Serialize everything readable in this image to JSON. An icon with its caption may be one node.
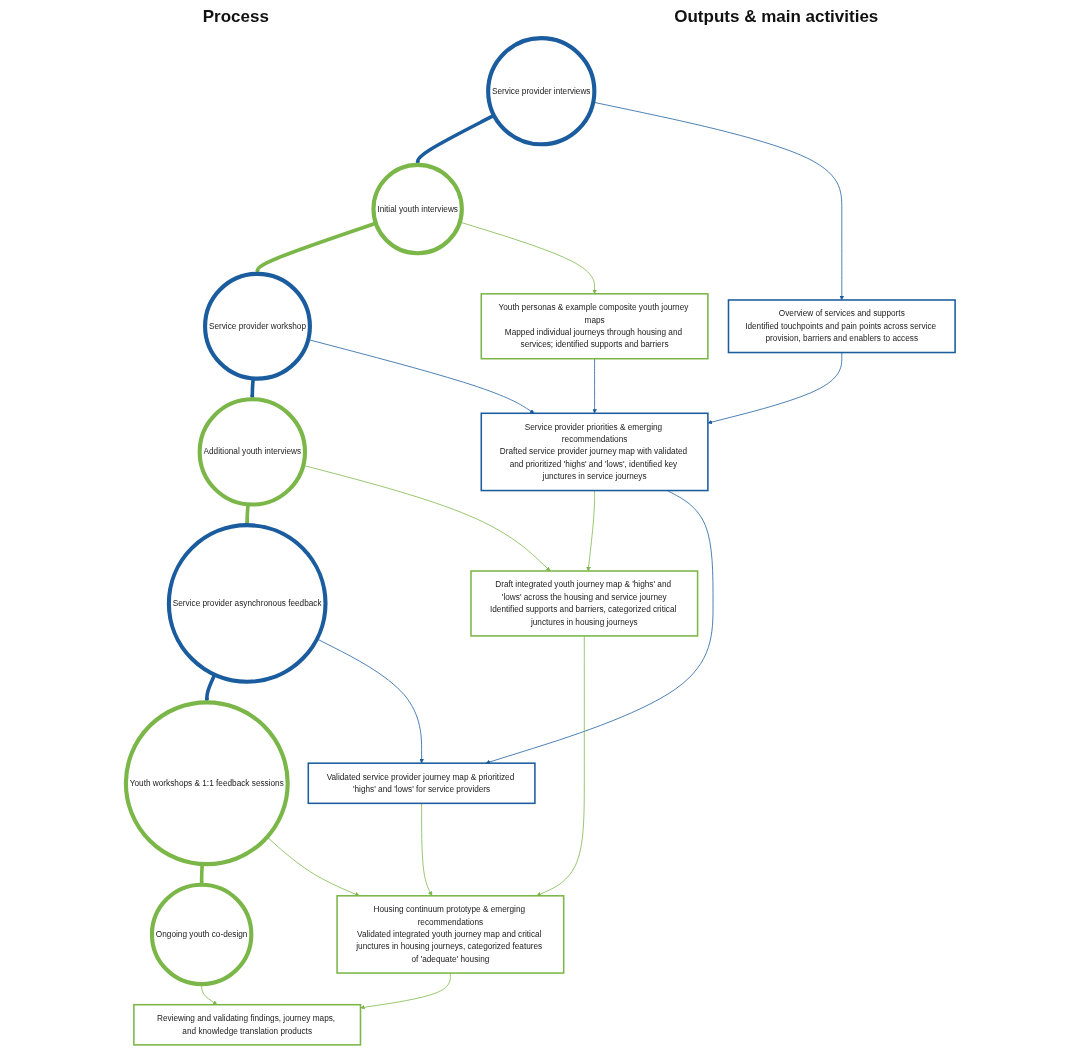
{
  "diagram": {
    "nodes": [
      {
        "text": [
          "Service provider interviews"
        ]
      },
      {
        "text": [
          "Initial youth interviews"
        ]
      },
      {
        "text": [
          "Service provider workshop"
        ]
      },
      {
        "text": [
          "Additional youth interviews"
        ]
      },
      {
        "text": [
          "Service provider asynchronous feedback"
        ]
      },
      {
        "text": [
          "Youth workshops & 1:1 feedback sessions"
        ]
      },
      {
        "text": [
          "Ongoing youth co-design"
        ]
      },
      {
        "text": [
          "Overview of services and supports",
          "Identified touchpoints and pain points across service provision, barriers and enablers to access"
        ]
      },
      {
        "text": [
          "Youth personas & example composite youth journey maps",
          "Mapped individual journeys through housing and services; identified supports and barriers"
        ]
      },
      {
        "text": [
          "Service provider priorities & emerging recommendations",
          "Drafted service provider journey map with validated and prioritized 'highs' and 'lows', identified key junctures in service journeys"
        ]
      },
      {
        "text": [
          "Draft integrated youth journey map & 'highs' and 'lows' across the housing and service journey",
          "Identified supports and barriers, categorized critical junctures in housing journeys"
        ]
      },
      {
        "text": [
          "Validated service provider journey map & prioritized 'highs' and 'lows' for service providers"
        ]
      },
      {
        "text": [
          "Housing continuum prototype & emerging recommendations",
          "Validated integrated youth journey map and critical junctures in housing journeys, categorized features of 'adequate' housing"
        ]
      },
      {
        "text": [
          "Reviewing and validating findings, journey maps, and knowledge translation products"
        ]
      }
    ],
    "edges": [
      {
        "from": 0,
        "to": 1,
        "arrow": "to",
        "style": "thick",
        "color": "#1a5c9e"
      },
      {
        "from": 1,
        "to": 2,
        "arrow": "to",
        "style": "thick",
        "color": "#7ab648"
      },
      {
        "from": 2,
        "to": 3,
        "arrow": "to",
        "style": "thick",
        "color": "#1a5c9e"
      },
      {
        "from": 3,
        "to": 4,
        "arrow": "to",
        "style": "thick",
        "color": "#7ab648"
      },
      {
        "from": 4,
        "to": 5,
        "arrow": "to",
        "style": "thick",
        "color": "#1a5c9e"
      },
      {
        "from": 5,
        "to": 6,
        "arrow": "to",
        "style": "thick",
        "color": "#7ab648"
      },
      {
        "from": 0,
        "to": 7,
        "arrow": "to",
        "color": "#1a5c9e"
      },
      {
        "from": 1,
        "to": 8,
        "arrow": "to",
        "color": "#7ab648"
      },
      {
        "from": 2,
        "to": 9,
        "arrow": "to",
        "color": "#1a5c9e"
      },
      {
        "from": 3,
        "to": 10,
        "arrow": "to",
        "color": "#7ab648"
      },
      {
        "from": 4,
        "to": 11,
        "arrow": "to",
        "color": "#1a5c9e"
      },
      {
        "from": 5,
        "to": 12,
        "arrow": "to",
        "color": "#7ab648"
      },
      {
        "from": 6,
        "to": 13,
        "arrow": "to",
        "color": "#7ab648"
      },
      {
        "from": 7,
        "to": 9,
        "arrow": "to",
        "color": "#1a5c9e"
      },
      {
        "from": 8,
        "to": 9,
        "arrow": "to",
        "color": "#1a5c9e"
      },
      {
        "from": 9,
        "to": 10,
        "arrow": "to",
        "color": "#7ab648"
      },
      {
        "from": 9,
        "to": 11,
        "arrow": "to",
        "color": "#1a5c9e"
      },
      {
        "from": 10,
        "to": 12,
        "arrow": "to",
        "color": "#7ab648"
      },
      {
        "from": 11,
        "to": 12,
        "arrow": "to",
        "color": "#7ab648"
      },
      {
        "from": 12,
        "to": 13,
        "arrow": "to",
        "color": "#7ab648"
      }
    ],
    "labels": [
      "Process",
      "Outputs & main activities"
    ]
  }
}
